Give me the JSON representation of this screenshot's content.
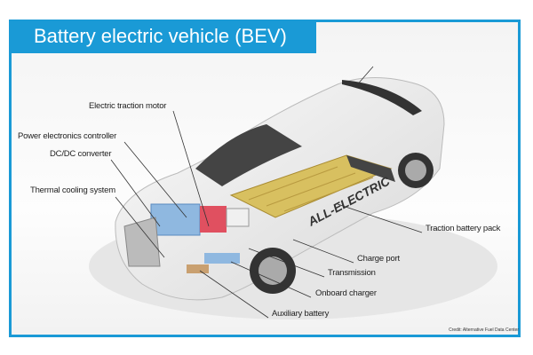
{
  "title": "Battery electric vehicle (BEV)",
  "labels": {
    "motor": "Electric traction motor",
    "pec": "Power electronics controller",
    "dcdc": "DC/DC converter",
    "thermal": "Thermal cooling system",
    "battery": "Traction battery pack",
    "charge_port": "Charge port",
    "transmission": "Transmission",
    "onboard_charger": "Onboard charger",
    "aux_battery": "Auxiliary battery"
  },
  "car_decal": "ALL-ELECTRIC",
  "credit": "Credit: Alternative Fuel Data Center",
  "colors": {
    "accent": "#1a9ad6"
  }
}
